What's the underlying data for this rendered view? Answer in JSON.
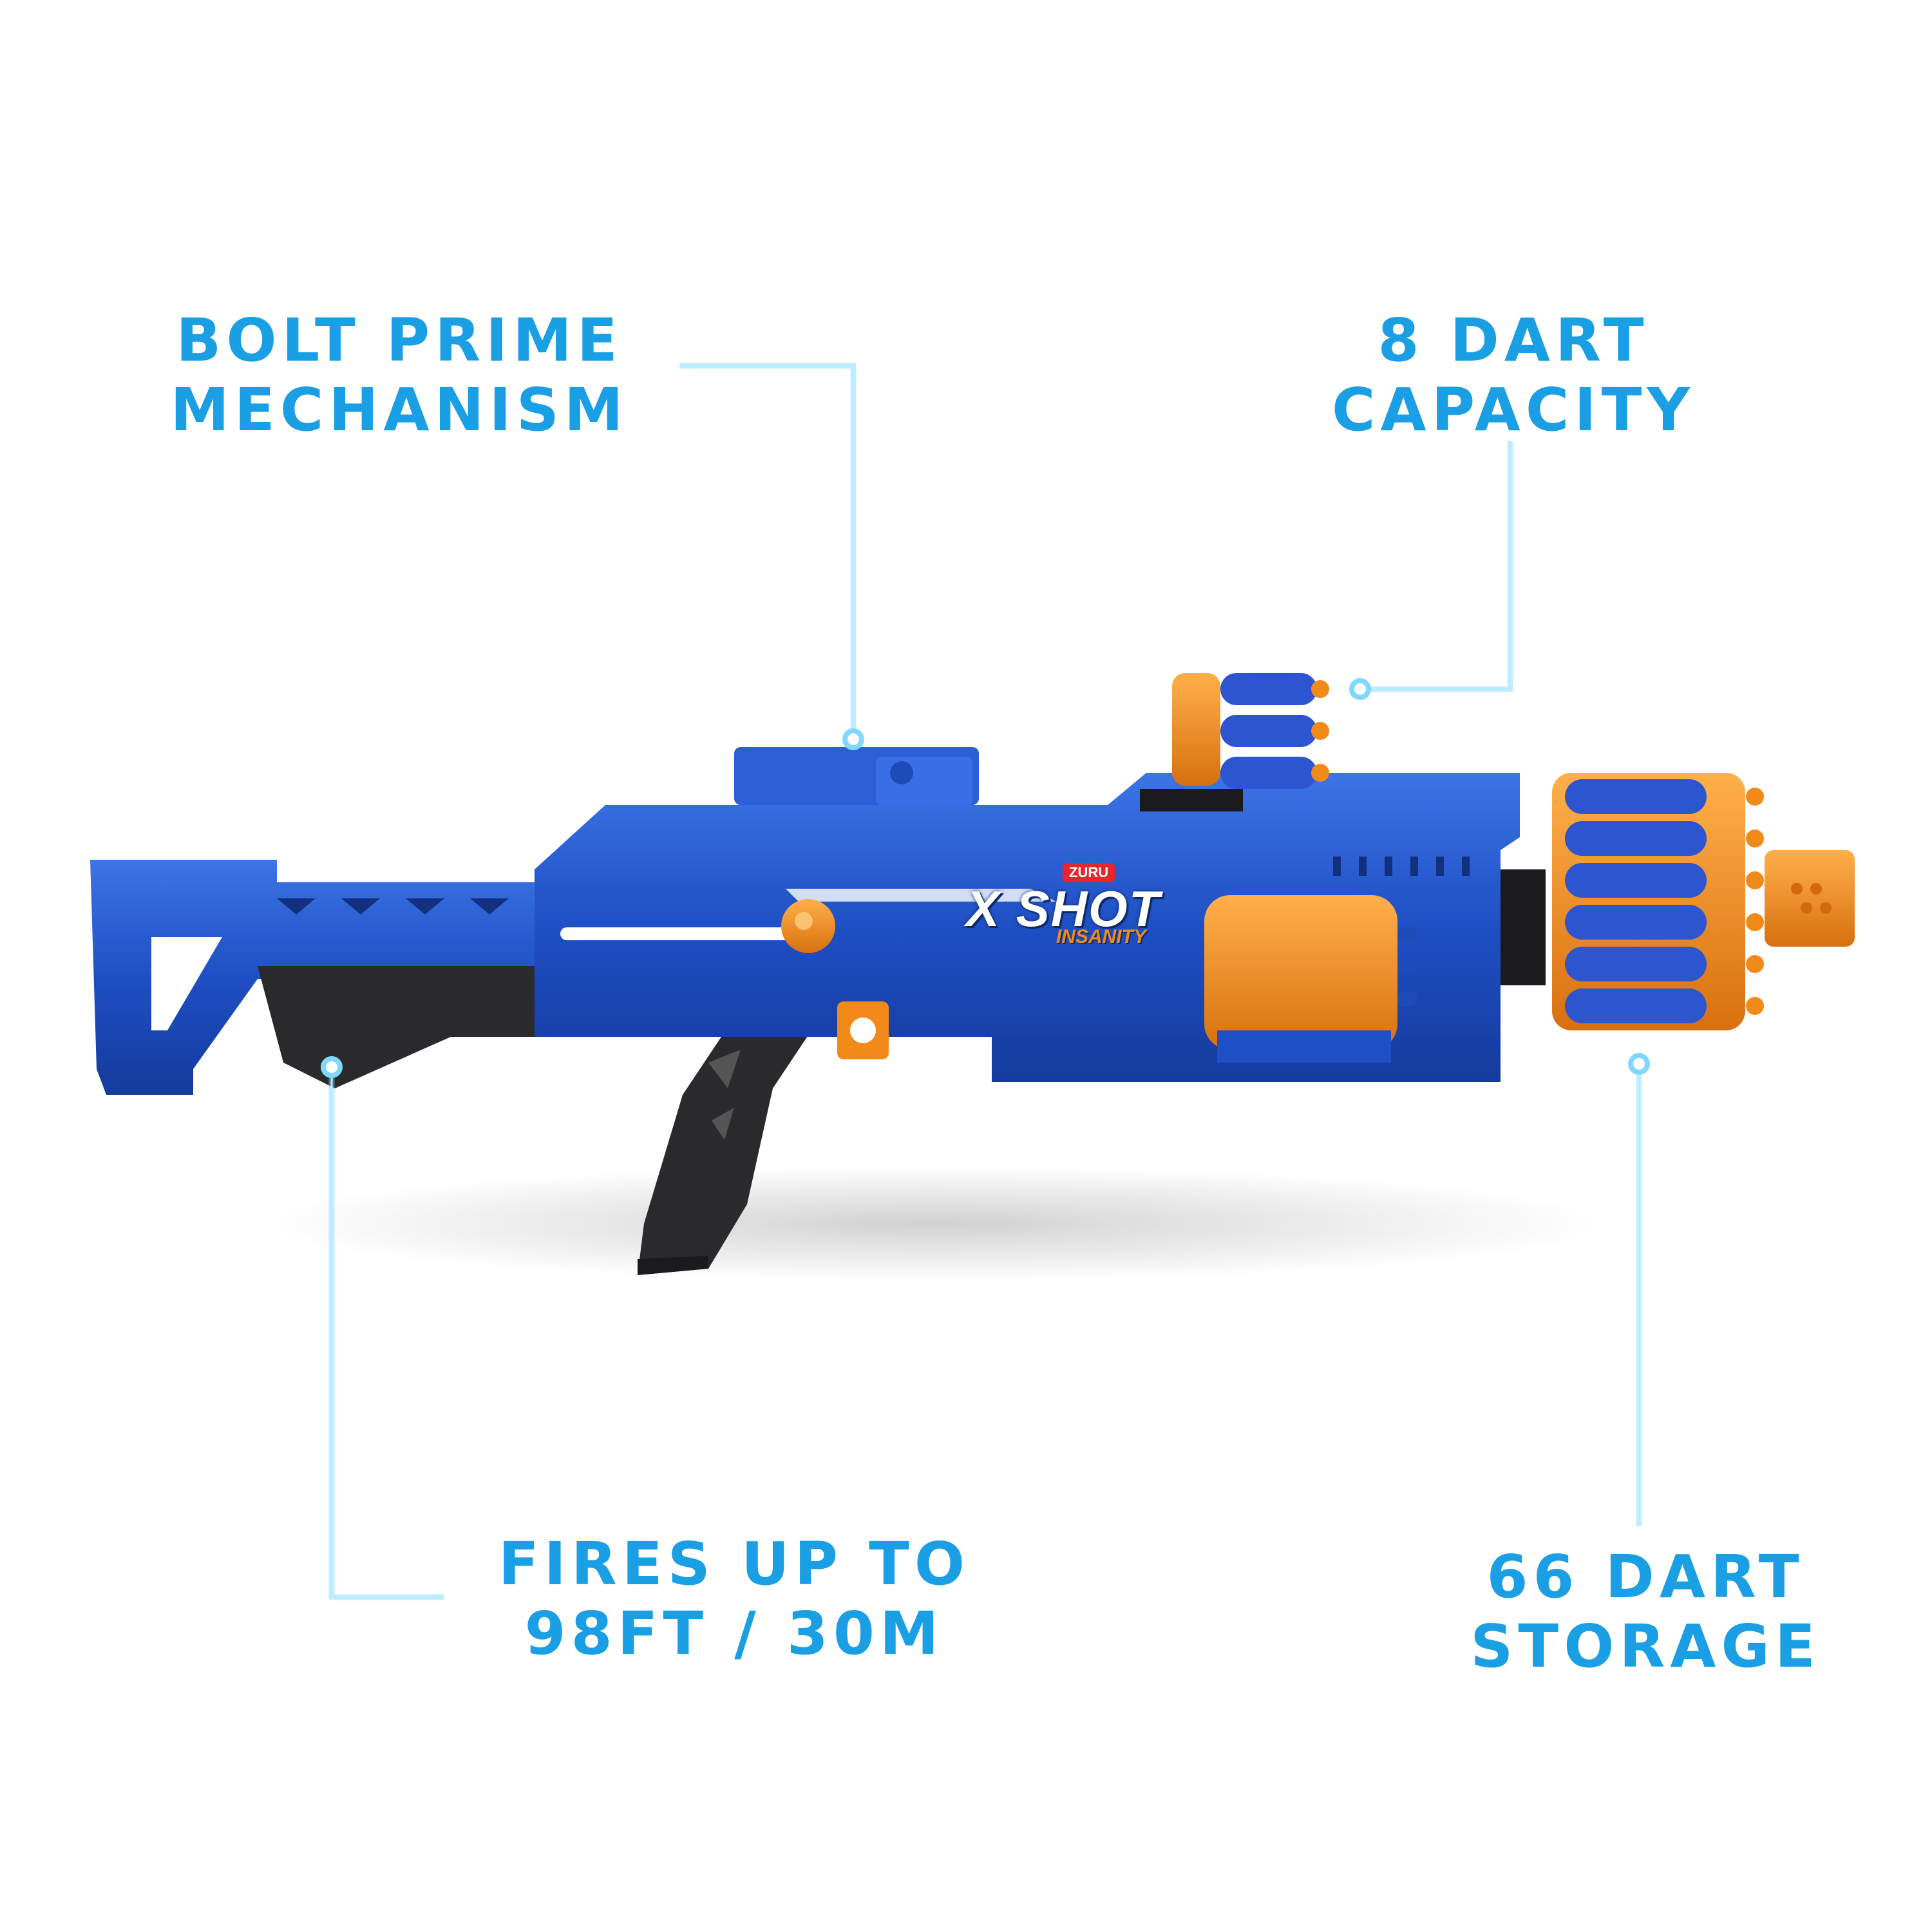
{
  "callouts": {
    "bolt": {
      "line1": "BOLT PRIME",
      "line2": "MECHANISM"
    },
    "capacity": {
      "line1": "8 DART",
      "line2": "CAPACITY"
    },
    "range": {
      "line1": "FIRES UP TO",
      "line2": "98FT / 30M"
    },
    "storage": {
      "line1": "66 DART",
      "line2": "STORAGE"
    }
  },
  "logo": {
    "maker": "ZURU",
    "brand": "X SHOT",
    "series": "INSANITY"
  },
  "colors": {
    "label_blue": "#1a9ee4",
    "blaster_blue": "#1f4fc4",
    "dart_orange": "#f28a1a",
    "grip_black": "#2a2a2d",
    "leader_line": "#b8ecff"
  }
}
